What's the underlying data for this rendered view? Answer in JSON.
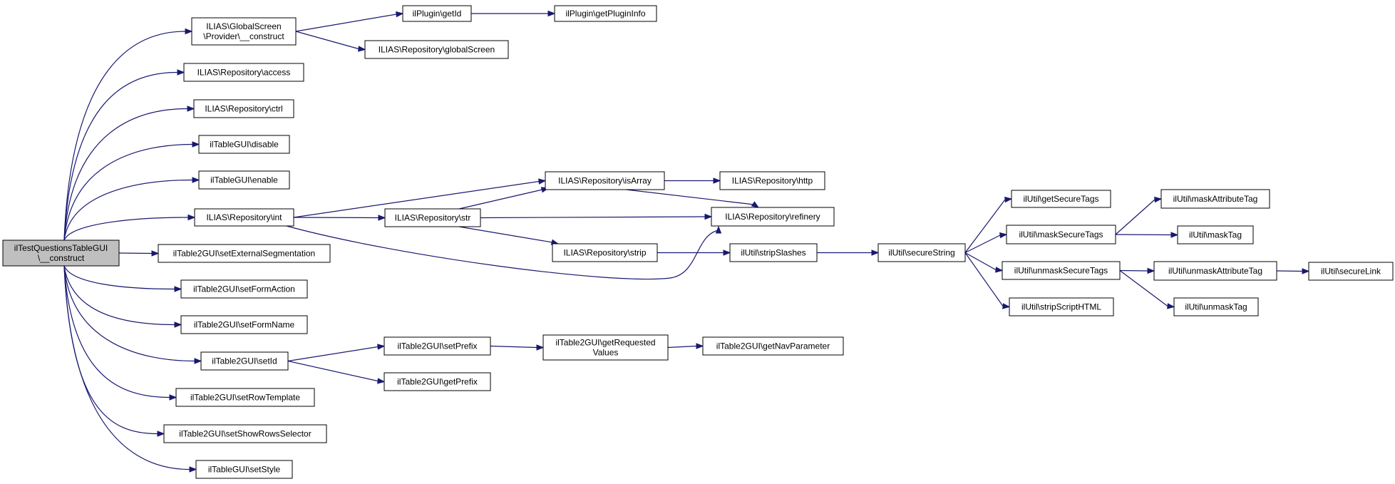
{
  "diagram": {
    "type": "call-graph",
    "colors": {
      "edge": "#191970",
      "root_fill": "#bfbfbf",
      "node_fill": "#ffffff",
      "node_border": "#000000"
    },
    "nodes": [
      {
        "id": "root",
        "lines": [
          "ilTestQuestionsTableGUI",
          "\\__construct"
        ],
        "root": true
      },
      {
        "id": "gs_construct",
        "lines": [
          "ILIAS\\GlobalScreen",
          "\\Provider\\__construct"
        ]
      },
      {
        "id": "plugin_getid",
        "lines": [
          "ilPlugin\\getId"
        ]
      },
      {
        "id": "plugin_getinfo",
        "lines": [
          "ilPlugin\\getPluginInfo"
        ]
      },
      {
        "id": "repo_globalscreen",
        "lines": [
          "ILIAS\\Repository\\globalScreen"
        ]
      },
      {
        "id": "repo_access",
        "lines": [
          "ILIAS\\Repository\\access"
        ]
      },
      {
        "id": "repo_ctrl",
        "lines": [
          "ILIAS\\Repository\\ctrl"
        ]
      },
      {
        "id": "tg_disable",
        "lines": [
          "ilTableGUI\\disable"
        ]
      },
      {
        "id": "tg_enable",
        "lines": [
          "ilTableGUI\\enable"
        ]
      },
      {
        "id": "repo_int",
        "lines": [
          "ILIAS\\Repository\\int"
        ]
      },
      {
        "id": "repo_isarray",
        "lines": [
          "ILIAS\\Repository\\isArray"
        ]
      },
      {
        "id": "repo_http",
        "lines": [
          "ILIAS\\Repository\\http"
        ]
      },
      {
        "id": "repo_str",
        "lines": [
          "ILIAS\\Repository\\str"
        ]
      },
      {
        "id": "repo_refinery",
        "lines": [
          "ILIAS\\Repository\\refinery"
        ]
      },
      {
        "id": "repo_strip",
        "lines": [
          "ILIAS\\Repository\\strip"
        ]
      },
      {
        "id": "util_stripslashes",
        "lines": [
          "ilUtil\\stripSlashes"
        ]
      },
      {
        "id": "util_securestring",
        "lines": [
          "ilUtil\\secureString"
        ]
      },
      {
        "id": "util_getsecuretags",
        "lines": [
          "ilUtil\\getSecureTags"
        ]
      },
      {
        "id": "util_masksecuretags",
        "lines": [
          "ilUtil\\maskSecureTags"
        ]
      },
      {
        "id": "util_maskattributetag",
        "lines": [
          "ilUtil\\maskAttributeTag"
        ]
      },
      {
        "id": "util_masktag",
        "lines": [
          "ilUtil\\maskTag"
        ]
      },
      {
        "id": "util_unmasksecuretags",
        "lines": [
          "ilUtil\\unmaskSecureTags"
        ]
      },
      {
        "id": "util_unmaskattributetag",
        "lines": [
          "ilUtil\\unmaskAttributeTag"
        ]
      },
      {
        "id": "util_securelink",
        "lines": [
          "ilUtil\\secureLink"
        ]
      },
      {
        "id": "util_unmasktag",
        "lines": [
          "ilUtil\\unmaskTag"
        ]
      },
      {
        "id": "util_stripscripthtml",
        "lines": [
          "ilUtil\\stripScriptHTML"
        ]
      },
      {
        "id": "t2_setextseg",
        "lines": [
          "ilTable2GUI\\setExternalSegmentation"
        ]
      },
      {
        "id": "t2_setformaction",
        "lines": [
          "ilTable2GUI\\setFormAction"
        ]
      },
      {
        "id": "t2_setformname",
        "lines": [
          "ilTable2GUI\\setFormName"
        ]
      },
      {
        "id": "t2_setid",
        "lines": [
          "ilTable2GUI\\setId"
        ]
      },
      {
        "id": "t2_setprefix",
        "lines": [
          "ilTable2GUI\\setPrefix"
        ]
      },
      {
        "id": "t2_getrequested",
        "lines": [
          "ilTable2GUI\\getRequested",
          "Values"
        ]
      },
      {
        "id": "t2_getnavparam",
        "lines": [
          "ilTable2GUI\\getNavParameter"
        ]
      },
      {
        "id": "t2_getprefix",
        "lines": [
          "ilTable2GUI\\getPrefix"
        ]
      },
      {
        "id": "t2_setrowtemplate",
        "lines": [
          "ilTable2GUI\\setRowTemplate"
        ]
      },
      {
        "id": "t2_setshowrows",
        "lines": [
          "ilTable2GUI\\setShowRowsSelector"
        ]
      },
      {
        "id": "tg_setstyle",
        "lines": [
          "ilTableGUI\\setStyle"
        ]
      }
    ],
    "edges": [
      [
        "root",
        "gs_construct"
      ],
      [
        "root",
        "repo_access"
      ],
      [
        "root",
        "repo_ctrl"
      ],
      [
        "root",
        "tg_disable"
      ],
      [
        "root",
        "tg_enable"
      ],
      [
        "root",
        "repo_int"
      ],
      [
        "root",
        "t2_setextseg"
      ],
      [
        "root",
        "t2_setformaction"
      ],
      [
        "root",
        "t2_setformname"
      ],
      [
        "root",
        "t2_setid"
      ],
      [
        "root",
        "t2_setrowtemplate"
      ],
      [
        "root",
        "t2_setshowrows"
      ],
      [
        "root",
        "tg_setstyle"
      ],
      [
        "gs_construct",
        "plugin_getid"
      ],
      [
        "gs_construct",
        "repo_globalscreen"
      ],
      [
        "plugin_getid",
        "plugin_getinfo"
      ],
      [
        "repo_int",
        "repo_isarray"
      ],
      [
        "repo_int",
        "repo_str"
      ],
      [
        "repo_int",
        "repo_refinery"
      ],
      [
        "repo_isarray",
        "repo_http"
      ],
      [
        "repo_isarray",
        "repo_refinery"
      ],
      [
        "repo_str",
        "repo_isarray"
      ],
      [
        "repo_str",
        "repo_refinery"
      ],
      [
        "repo_str",
        "repo_strip"
      ],
      [
        "repo_strip",
        "util_stripslashes"
      ],
      [
        "util_stripslashes",
        "util_securestring"
      ],
      [
        "util_securestring",
        "util_getsecuretags"
      ],
      [
        "util_securestring",
        "util_masksecuretags"
      ],
      [
        "util_securestring",
        "util_unmasksecuretags"
      ],
      [
        "util_securestring",
        "util_stripscripthtml"
      ],
      [
        "util_masksecuretags",
        "util_maskattributetag"
      ],
      [
        "util_masksecuretags",
        "util_masktag"
      ],
      [
        "util_unmasksecuretags",
        "util_unmaskattributetag"
      ],
      [
        "util_unmasksecuretags",
        "util_unmasktag"
      ],
      [
        "util_unmaskattributetag",
        "util_securelink"
      ],
      [
        "t2_setid",
        "t2_setprefix"
      ],
      [
        "t2_setid",
        "t2_getprefix"
      ],
      [
        "t2_setprefix",
        "t2_getrequested"
      ],
      [
        "t2_getrequested",
        "t2_getnavparam"
      ]
    ]
  }
}
